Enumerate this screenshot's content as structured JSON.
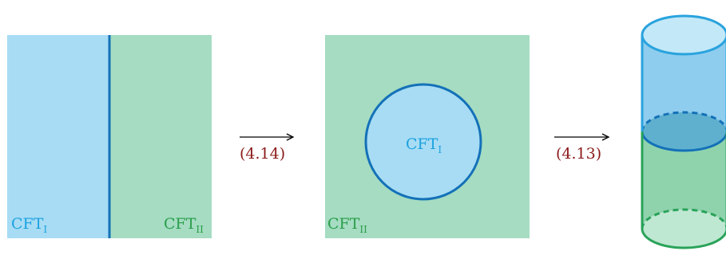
{
  "colors": {
    "cft1_fill": "#a7dcf4",
    "cft1_stroke": "#1471b8",
    "cft1_text": "#1da1e0",
    "cft2_fill": "#a5dcc2",
    "cft2_text": "#2a9e4a",
    "cyl_top_fill": "#a7dcf4",
    "cyl_top_stroke": "#29a3de",
    "cyl_bottom_fill": "#9dd9b7",
    "cyl_bottom_stroke": "#2aa35a",
    "arrow": "#000000",
    "equation_ref": "#8b1a1a"
  },
  "panels": {
    "left": {
      "label_a_base": "CFT",
      "label_a_sub": "I",
      "label_b_base": "CFT",
      "label_b_sub": "II"
    },
    "middle": {
      "inner_label_base": "CFT",
      "inner_label_sub": "I",
      "outer_label_base": "CFT",
      "outer_label_sub": "II"
    }
  },
  "arrows": {
    "first_ref": "(4.14)",
    "second_ref": "(4.13)"
  },
  "icons": {
    "arrow_1": "right-arrow-icon",
    "arrow_2": "right-arrow-icon"
  }
}
